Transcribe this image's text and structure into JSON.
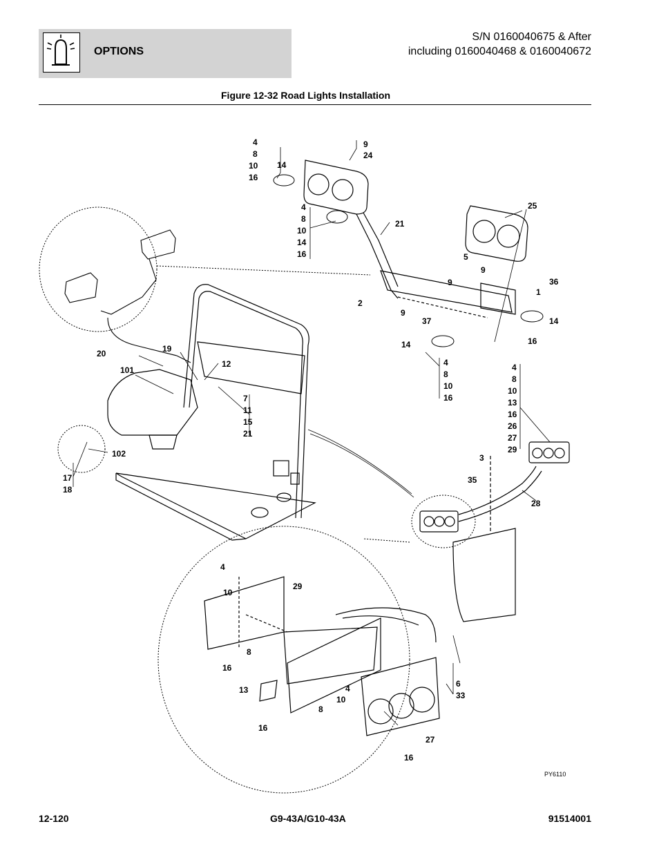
{
  "header": {
    "section": "OPTIONS",
    "icon": "beacon-light-icon",
    "serial_line1": "S/N 0160040675 & After",
    "serial_line2": "including 0160040468 & 0160040672"
  },
  "figure": {
    "title": "Figure 12-32 Road Lights Installation",
    "art_number": "PY6110",
    "callouts": {
      "c_4_8_10_16_top": [
        "4",
        "8",
        "10",
        "16"
      ],
      "c_14_a": "14",
      "c_9_24": [
        "9",
        "24"
      ],
      "c_4_8_10_14_16": [
        "4",
        "8",
        "10",
        "14",
        "16"
      ],
      "c_21_a": "21",
      "c_25": "25",
      "c_5": "5",
      "c_9_b": "9",
      "c_9_c": "9",
      "c_36": "36",
      "c_1": "1",
      "c_2": "2",
      "c_9_d": "9",
      "c_37": "37",
      "c_14_b": "14",
      "c_14_c": "14",
      "c_16_a": "16",
      "c_4_8_10_16_mid": [
        "4",
        "8",
        "10",
        "16"
      ],
      "c_big_list": [
        "4",
        "8",
        "10",
        "13",
        "16",
        "26",
        "27",
        "29"
      ],
      "c_20": "20",
      "c_19": "19",
      "c_12": "12",
      "c_101": "101",
      "c_7_11_15_21": [
        "7",
        "11",
        "15",
        "21"
      ],
      "c_102": "102",
      "c_17_18": [
        "17",
        "18"
      ],
      "c_3": "3",
      "c_35": "35",
      "c_28": "28",
      "c_4_b": "4",
      "c_10_b": "10",
      "c_29": "29",
      "c_8_b": "8",
      "c_16_b": "16",
      "c_13": "13",
      "c_16_c": "16",
      "c_4_c": "4",
      "c_8_c": "8",
      "c_10_c": "10",
      "c_6_33": [
        "6",
        "33"
      ],
      "c_27": "27",
      "c_16_d": "16"
    }
  },
  "footer": {
    "page": "12-120",
    "model": "G9-43A/G10-43A",
    "doc_number": "91514001"
  }
}
